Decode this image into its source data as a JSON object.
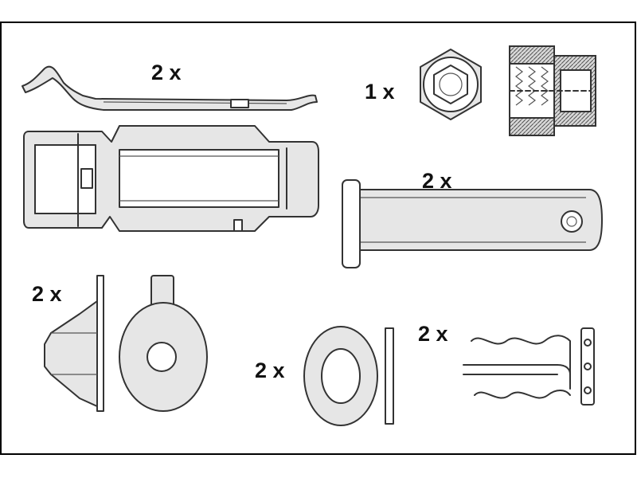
{
  "diagram": {
    "quantities": {
      "spring_clip": "2 x",
      "hex_nut": "1 x",
      "guide_pin": "2 x",
      "dust_cap": "2 x",
      "flat_washer": "2 x",
      "retaining_clip": "2 x"
    }
  }
}
